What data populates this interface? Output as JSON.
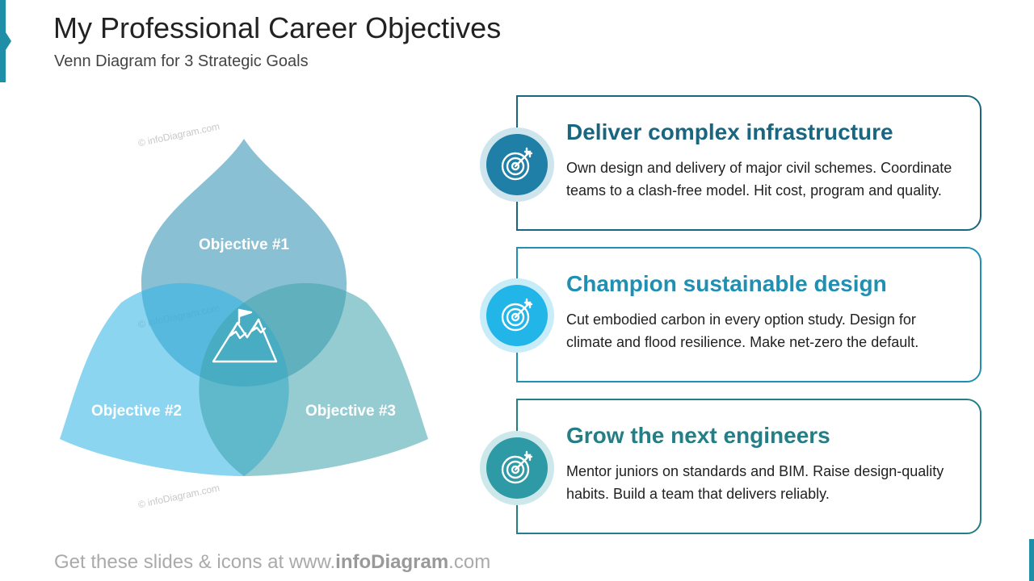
{
  "header": {
    "title": "My Professional Career Objectives",
    "subtitle": "Venn Diagram for 3 Strategic Goals"
  },
  "venn": {
    "labels": [
      "Objective #1",
      "Objective #2",
      "Objective #3"
    ],
    "center_icon": "mountain-flag-icon",
    "colors": [
      "#5ba7c2",
      "#2bb3e6",
      "#3ea3ab"
    ]
  },
  "objectives": [
    {
      "heading": "Deliver complex infrastructure",
      "body": "Own design and delivery of major civil schemes. Coordinate teams to a clash-free model. Hit cost, program and quality.",
      "icon": "target-arrow-icon",
      "color": "#1a6680",
      "badge_color": "#1f7fa6"
    },
    {
      "heading": "Champion sustainable design",
      "body": "Cut embodied carbon in every option study. Design for climate and flood resilience. Make net-zero the default.",
      "icon": "target-arrow-icon",
      "color": "#1f8fb3",
      "badge_color": "#22b5e8"
    },
    {
      "heading": "Grow the next engineers",
      "body": "Mentor juniors on standards and BIM. Raise design-quality habits. Build a team that delivers reliably.",
      "icon": "target-arrow-icon",
      "color": "#237e86",
      "badge_color": "#2e9aa5"
    }
  ],
  "watermark": "© infoDiagram.com",
  "footer": {
    "prefix": "Get these slides & icons at www.",
    "brand": "infoDiagram",
    "suffix": ".com"
  }
}
